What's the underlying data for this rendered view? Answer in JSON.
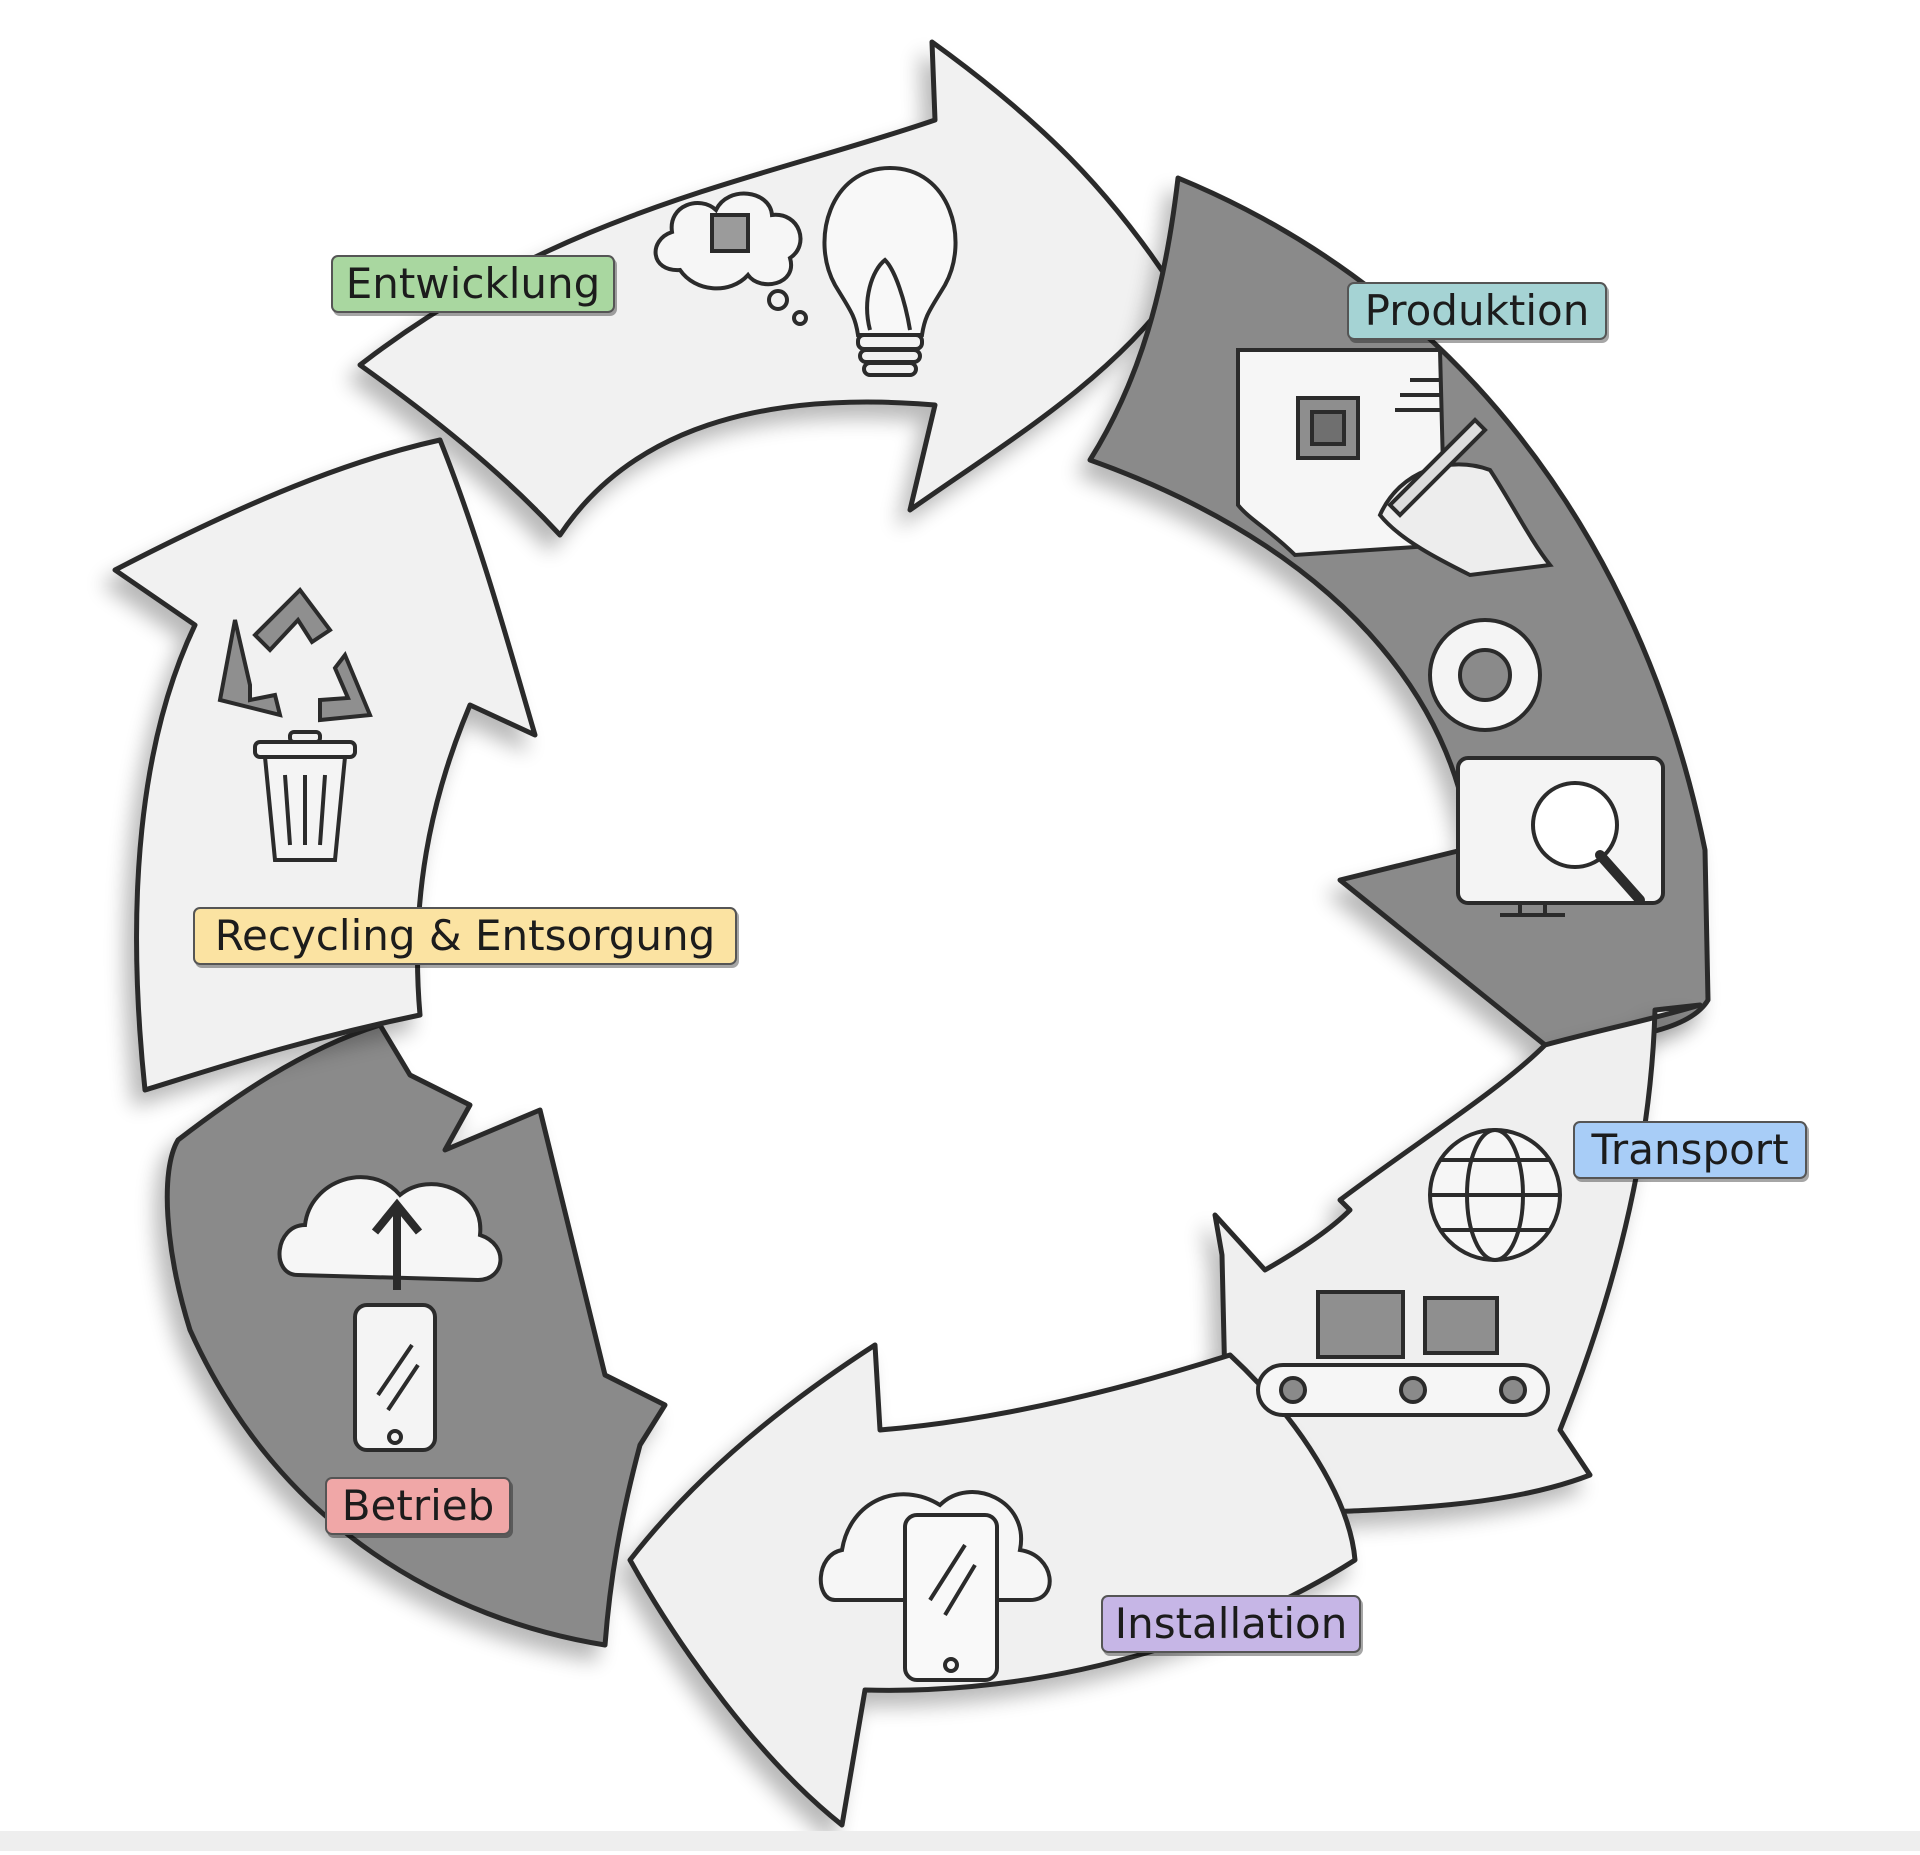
{
  "diagram": {
    "stages": [
      {
        "key": "entwicklung",
        "label": "Entwicklung",
        "color": "#a9d7a0",
        "icons": [
          "thought-cloud-chip-icon",
          "lightbulb-icon"
        ]
      },
      {
        "key": "produktion",
        "label": "Produktion",
        "color": "#a5d3d4",
        "icons": [
          "chip-blueprint-icon",
          "hand-pen-icon",
          "gear-icon",
          "monitor-magnifier-icon"
        ]
      },
      {
        "key": "transport",
        "label": "Transport",
        "color": "#a8cdf7",
        "icons": [
          "globe-icon",
          "conveyor-boxes-icon"
        ]
      },
      {
        "key": "installation",
        "label": "Installation",
        "color": "#c6b6e6",
        "icons": [
          "cloud-smartphone-icon"
        ]
      },
      {
        "key": "betrieb",
        "label": "Betrieb",
        "color": "#f0a7a7",
        "icons": [
          "cloud-upload-icon",
          "smartphone-icon"
        ]
      },
      {
        "key": "recycling",
        "label": "Recycling & Entsorgung",
        "color": "#fbe3a2",
        "icons": [
          "recycle-icon",
          "trash-can-icon"
        ]
      }
    ]
  }
}
